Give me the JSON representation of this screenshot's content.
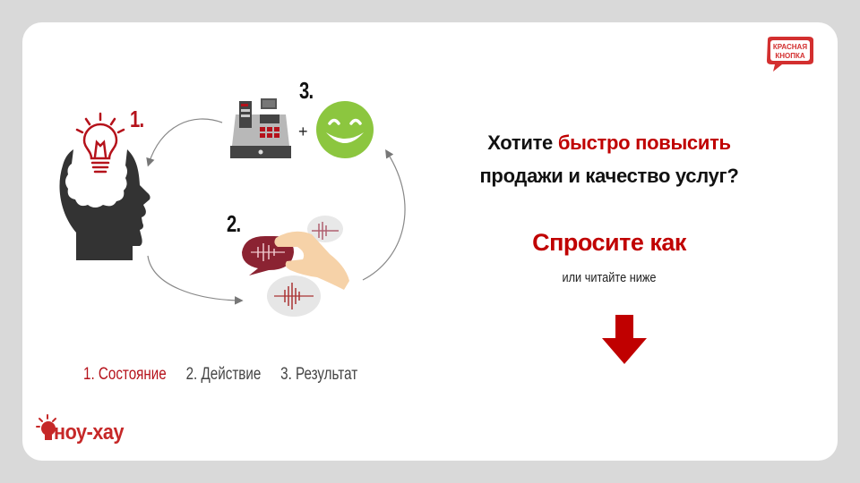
{
  "brand": {
    "top_right_logo": {
      "line1": "КРАСНАЯ",
      "line2": "КНОПКА",
      "color": "#d32f2f"
    },
    "bottom_left_logo": {
      "text": "ноу-хау",
      "color": "#c62828"
    }
  },
  "diagram": {
    "step1_number": "1.",
    "step2_number": "2.",
    "step3_number": "3.",
    "plus_sign": "+",
    "step1_icon": "head-lightbulb-icon",
    "step2_icon": "hand-speech-bubbles-icon",
    "step3_icons": [
      "cash-register-icon",
      "smiley-face-icon"
    ],
    "legend": [
      {
        "label": "1. Состояние",
        "color": "#b5121b"
      },
      {
        "label": "2. Действие",
        "color": "#444444"
      },
      {
        "label": "3. Результат",
        "color": "#444444"
      }
    ]
  },
  "main": {
    "headline_part1": "Хотите ",
    "headline_highlight": "быстро повысить",
    "headline_line2": "продажи и качество услуг?",
    "cta": "Спросите как",
    "subtext": "или читайте ниже",
    "arrow_icon": "down-arrow-icon",
    "accent_color": "#c00000"
  }
}
